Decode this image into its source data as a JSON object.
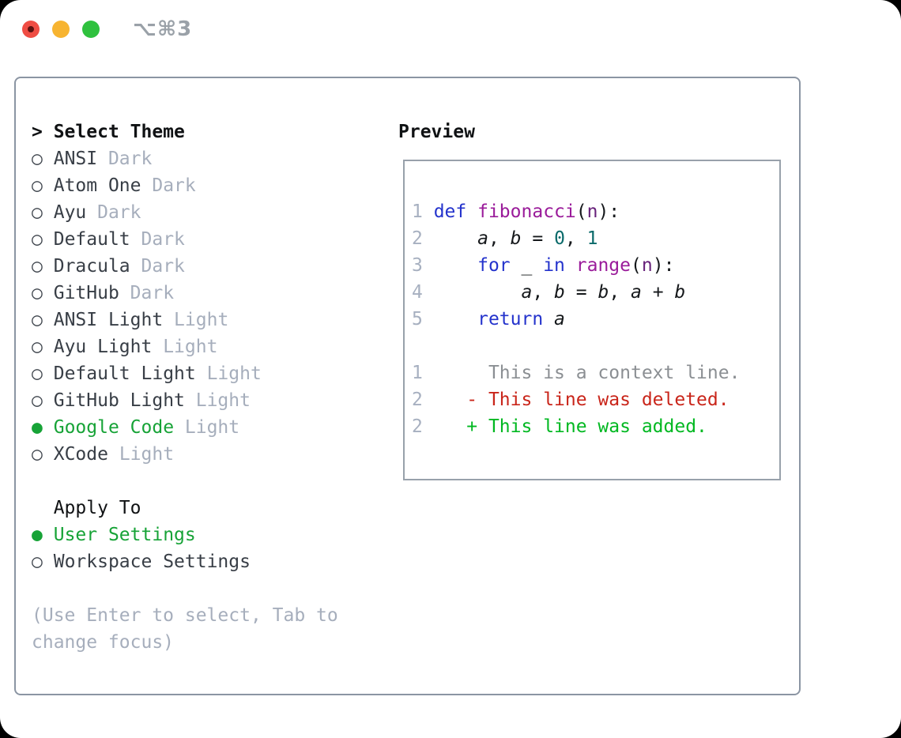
{
  "window": {
    "title": "⌥⌘3",
    "controls": {
      "close": "close",
      "minimize": "minimize",
      "zoom": "zoom"
    }
  },
  "theme_list": {
    "header_prefix": "> ",
    "header": "Select Theme",
    "items": [
      {
        "name": "ANSI",
        "variant": "Dark",
        "selected": false
      },
      {
        "name": "Atom One",
        "variant": "Dark",
        "selected": false
      },
      {
        "name": "Ayu",
        "variant": "Dark",
        "selected": false
      },
      {
        "name": "Default",
        "variant": "Dark",
        "selected": false
      },
      {
        "name": "Dracula",
        "variant": "Dark",
        "selected": false
      },
      {
        "name": "GitHub",
        "variant": "Dark",
        "selected": false
      },
      {
        "name": "ANSI Light",
        "variant": "Light",
        "selected": false
      },
      {
        "name": "Ayu Light",
        "variant": "Light",
        "selected": false
      },
      {
        "name": "Default Light",
        "variant": "Light",
        "selected": false
      },
      {
        "name": "GitHub Light",
        "variant": "Light",
        "selected": false
      },
      {
        "name": "Google Code",
        "variant": "Light",
        "selected": true
      },
      {
        "name": "XCode",
        "variant": "Light",
        "selected": false
      }
    ]
  },
  "apply_to": {
    "header": "Apply To",
    "options": [
      {
        "label": "User Settings",
        "selected": true
      },
      {
        "label": "Workspace Settings",
        "selected": false
      }
    ]
  },
  "help": [
    "(Use Enter to select, Tab to",
    "change focus)"
  ],
  "preview": {
    "label": "Preview",
    "code": [
      {
        "num": "1",
        "tokens": [
          [
            "kwd",
            "def"
          ],
          [
            "pln",
            " "
          ],
          [
            "fn",
            "fibonacci"
          ],
          [
            "pun",
            "("
          ],
          [
            "param",
            "n"
          ],
          [
            "pun",
            "):"
          ]
        ]
      },
      {
        "num": "2",
        "tokens": [
          [
            "pln",
            "    "
          ],
          [
            "var",
            "a"
          ],
          [
            "pun",
            ", "
          ],
          [
            "var",
            "b"
          ],
          [
            "pun",
            " = "
          ],
          [
            "lit",
            "0"
          ],
          [
            "pun",
            ", "
          ],
          [
            "lit",
            "1"
          ]
        ]
      },
      {
        "num": "3",
        "tokens": [
          [
            "pln",
            "    "
          ],
          [
            "kwd",
            "for"
          ],
          [
            "pln",
            " _ "
          ],
          [
            "kwd",
            "in"
          ],
          [
            "pln",
            " "
          ],
          [
            "fn",
            "range"
          ],
          [
            "pun",
            "("
          ],
          [
            "param",
            "n"
          ],
          [
            "pun",
            "):"
          ]
        ]
      },
      {
        "num": "4",
        "tokens": [
          [
            "pln",
            "        "
          ],
          [
            "var",
            "a"
          ],
          [
            "pun",
            ", "
          ],
          [
            "var",
            "b"
          ],
          [
            "pun",
            " = "
          ],
          [
            "var",
            "b"
          ],
          [
            "pun",
            ", "
          ],
          [
            "var",
            "a"
          ],
          [
            "pun",
            " + "
          ],
          [
            "var",
            "b"
          ]
        ]
      },
      {
        "num": "5",
        "tokens": [
          [
            "pln",
            "    "
          ],
          [
            "kwd",
            "return"
          ],
          [
            "pln",
            " "
          ],
          [
            "var",
            "a"
          ]
        ]
      }
    ],
    "diff": [
      {
        "num": "1",
        "marker": "",
        "text": "This is a context line.",
        "type": "context"
      },
      {
        "num": "2",
        "marker": "-",
        "text": "This line was deleted.",
        "type": "del"
      },
      {
        "num": "2",
        "marker": "+",
        "text": "This line was added.",
        "type": "add"
      }
    ]
  },
  "colors": {
    "bg": "#000000",
    "window": "#ffffff",
    "border": "#8b95a3",
    "preview_border": "#98a1ab",
    "text": "#383e46",
    "heading": "#101214",
    "muted": "#a6aebc",
    "dotline": "#41474f",
    "green": "#17a337",
    "gutter": "#a7b0c0",
    "context": "#8b8f93",
    "del": "#c9251a",
    "add": "#00b821",
    "kwd": "#2433cc",
    "fn": "#9a1b9a",
    "param": "#67217a",
    "lit": "#0a6a6a",
    "pln": "#15181b",
    "title": "#9aa1a8",
    "light_red": "#ef4d44",
    "light_red_dot": "#5c1210",
    "light_yellow": "#f7b431",
    "light_green": "#2fc13e"
  }
}
